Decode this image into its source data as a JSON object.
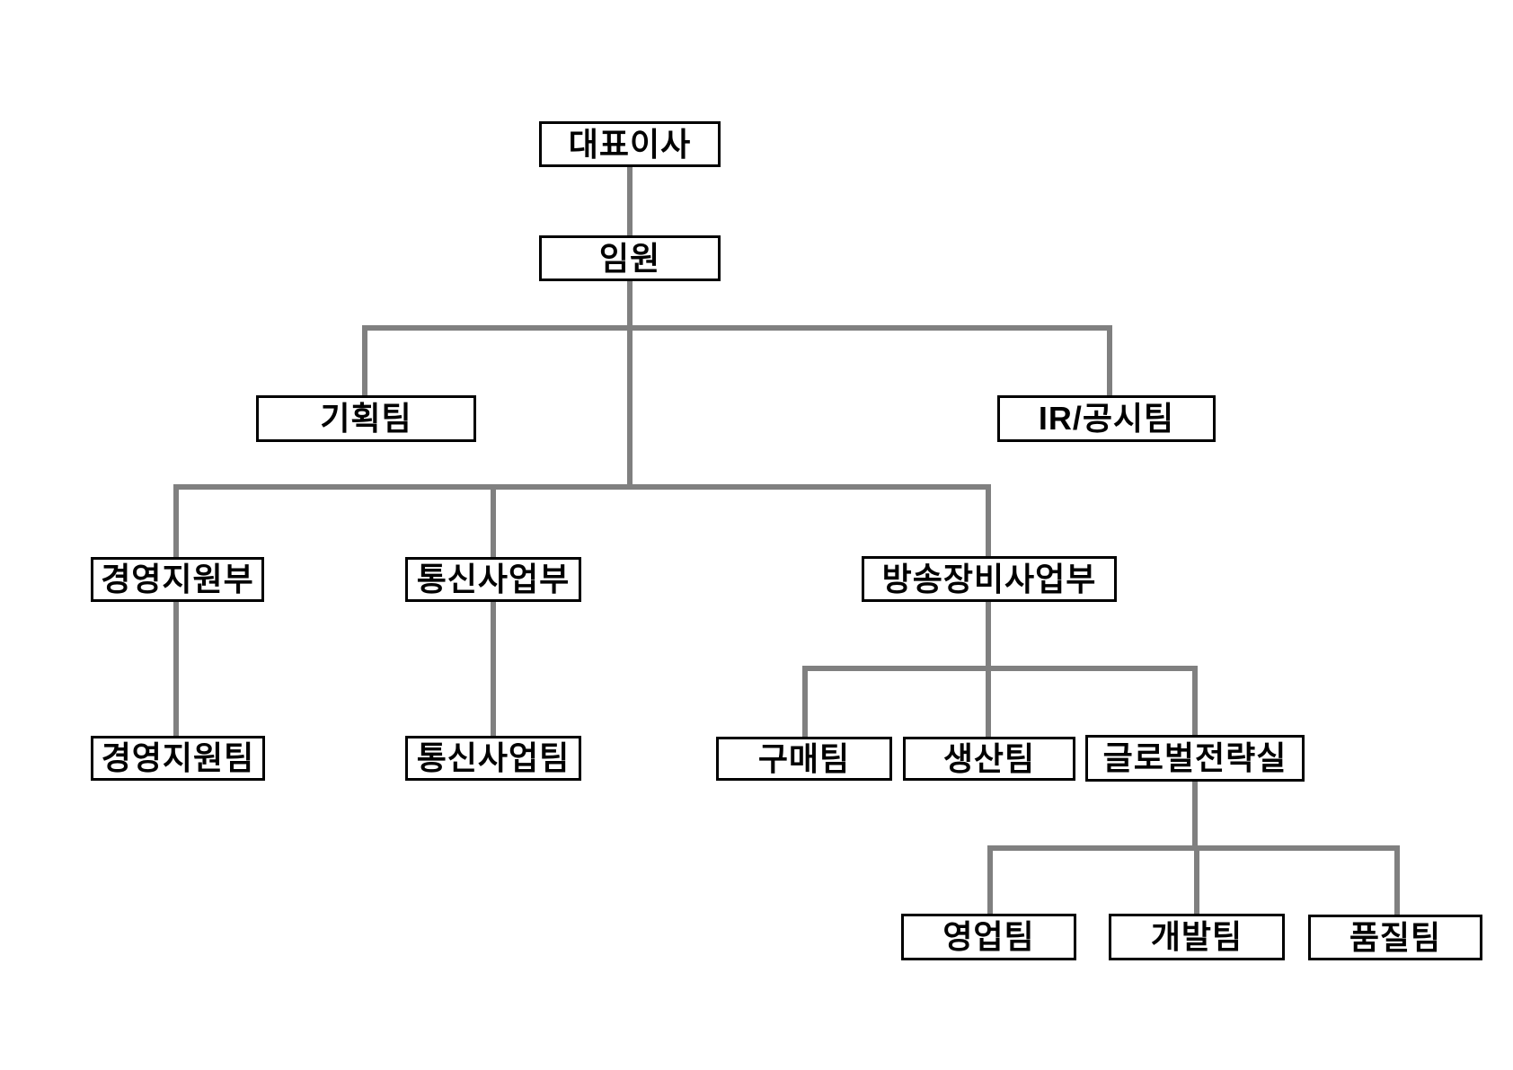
{
  "diagram": {
    "type": "org-chart",
    "language": "ko",
    "colors": {
      "background": "#ffffff",
      "box_fill": "#ffffff",
      "box_border": "#000000",
      "label_text": "#000000",
      "connector": "#808080"
    },
    "nodes": {
      "ceo": {
        "label": "대표이사",
        "level": 1
      },
      "executives": {
        "label": "임원",
        "level": 2
      },
      "planning_team": {
        "label": "기획팀",
        "level": 3
      },
      "ir_disclosure_team": {
        "label": "IR/공시팀",
        "level": 3
      },
      "mgmt_support_dept": {
        "label": "경영지원부",
        "level": 3
      },
      "telecom_business_dept": {
        "label": "통신사업부",
        "level": 3
      },
      "broadcast_equipment_dept": {
        "label": "방송장비사업부",
        "level": 3
      },
      "mgmt_support_team": {
        "label": "경영지원팀",
        "level": 4
      },
      "telecom_business_team": {
        "label": "통신사업팀",
        "level": 4
      },
      "purchasing_team": {
        "label": "구매팀",
        "level": 4
      },
      "production_team": {
        "label": "생산팀",
        "level": 4
      },
      "global_strategy_office": {
        "label": "글로벌전략실",
        "level": 4
      },
      "sales_team": {
        "label": "영업팀",
        "level": 5
      },
      "development_team": {
        "label": "개발팀",
        "level": 5
      },
      "quality_team": {
        "label": "품질팀",
        "level": 5
      }
    },
    "edges": [
      {
        "from": "ceo",
        "to": "executives"
      },
      {
        "from": "executives",
        "to": "planning_team"
      },
      {
        "from": "executives",
        "to": "ir_disclosure_team"
      },
      {
        "from": "executives",
        "to": "mgmt_support_dept"
      },
      {
        "from": "executives",
        "to": "telecom_business_dept"
      },
      {
        "from": "executives",
        "to": "broadcast_equipment_dept"
      },
      {
        "from": "mgmt_support_dept",
        "to": "mgmt_support_team"
      },
      {
        "from": "telecom_business_dept",
        "to": "telecom_business_team"
      },
      {
        "from": "broadcast_equipment_dept",
        "to": "purchasing_team"
      },
      {
        "from": "broadcast_equipment_dept",
        "to": "production_team"
      },
      {
        "from": "broadcast_equipment_dept",
        "to": "global_strategy_office"
      },
      {
        "from": "global_strategy_office",
        "to": "sales_team"
      },
      {
        "from": "global_strategy_office",
        "to": "development_team"
      },
      {
        "from": "global_strategy_office",
        "to": "quality_team"
      }
    ]
  }
}
